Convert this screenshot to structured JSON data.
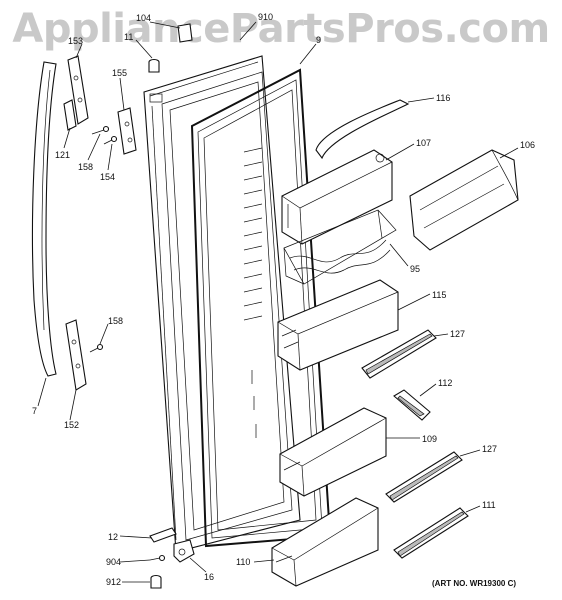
{
  "watermark": "AppliancePartsPros.com",
  "art_no": "(ART NO. WR19300 C)",
  "callouts": [
    {
      "id": "c104",
      "text": "104"
    },
    {
      "id": "c910",
      "text": "910"
    },
    {
      "id": "c11",
      "text": "11"
    },
    {
      "id": "c9",
      "text": "9"
    },
    {
      "id": "c153",
      "text": "153"
    },
    {
      "id": "c155",
      "text": "155"
    },
    {
      "id": "c121",
      "text": "121"
    },
    {
      "id": "c158a",
      "text": "158"
    },
    {
      "id": "c154",
      "text": "154"
    },
    {
      "id": "c116",
      "text": "116"
    },
    {
      "id": "c107",
      "text": "107"
    },
    {
      "id": "c106",
      "text": "106"
    },
    {
      "id": "c95",
      "text": "95"
    },
    {
      "id": "c115",
      "text": "115"
    },
    {
      "id": "c127a",
      "text": "127"
    },
    {
      "id": "c158b",
      "text": "158"
    },
    {
      "id": "c7",
      "text": "7"
    },
    {
      "id": "c152",
      "text": "152"
    },
    {
      "id": "c112",
      "text": "112"
    },
    {
      "id": "c109",
      "text": "109"
    },
    {
      "id": "c127b",
      "text": "127"
    },
    {
      "id": "c111",
      "text": "111"
    },
    {
      "id": "c12",
      "text": "12"
    },
    {
      "id": "c904",
      "text": "904"
    },
    {
      "id": "c16",
      "text": "16"
    },
    {
      "id": "c110",
      "text": "110"
    },
    {
      "id": "c912",
      "text": "912"
    }
  ]
}
